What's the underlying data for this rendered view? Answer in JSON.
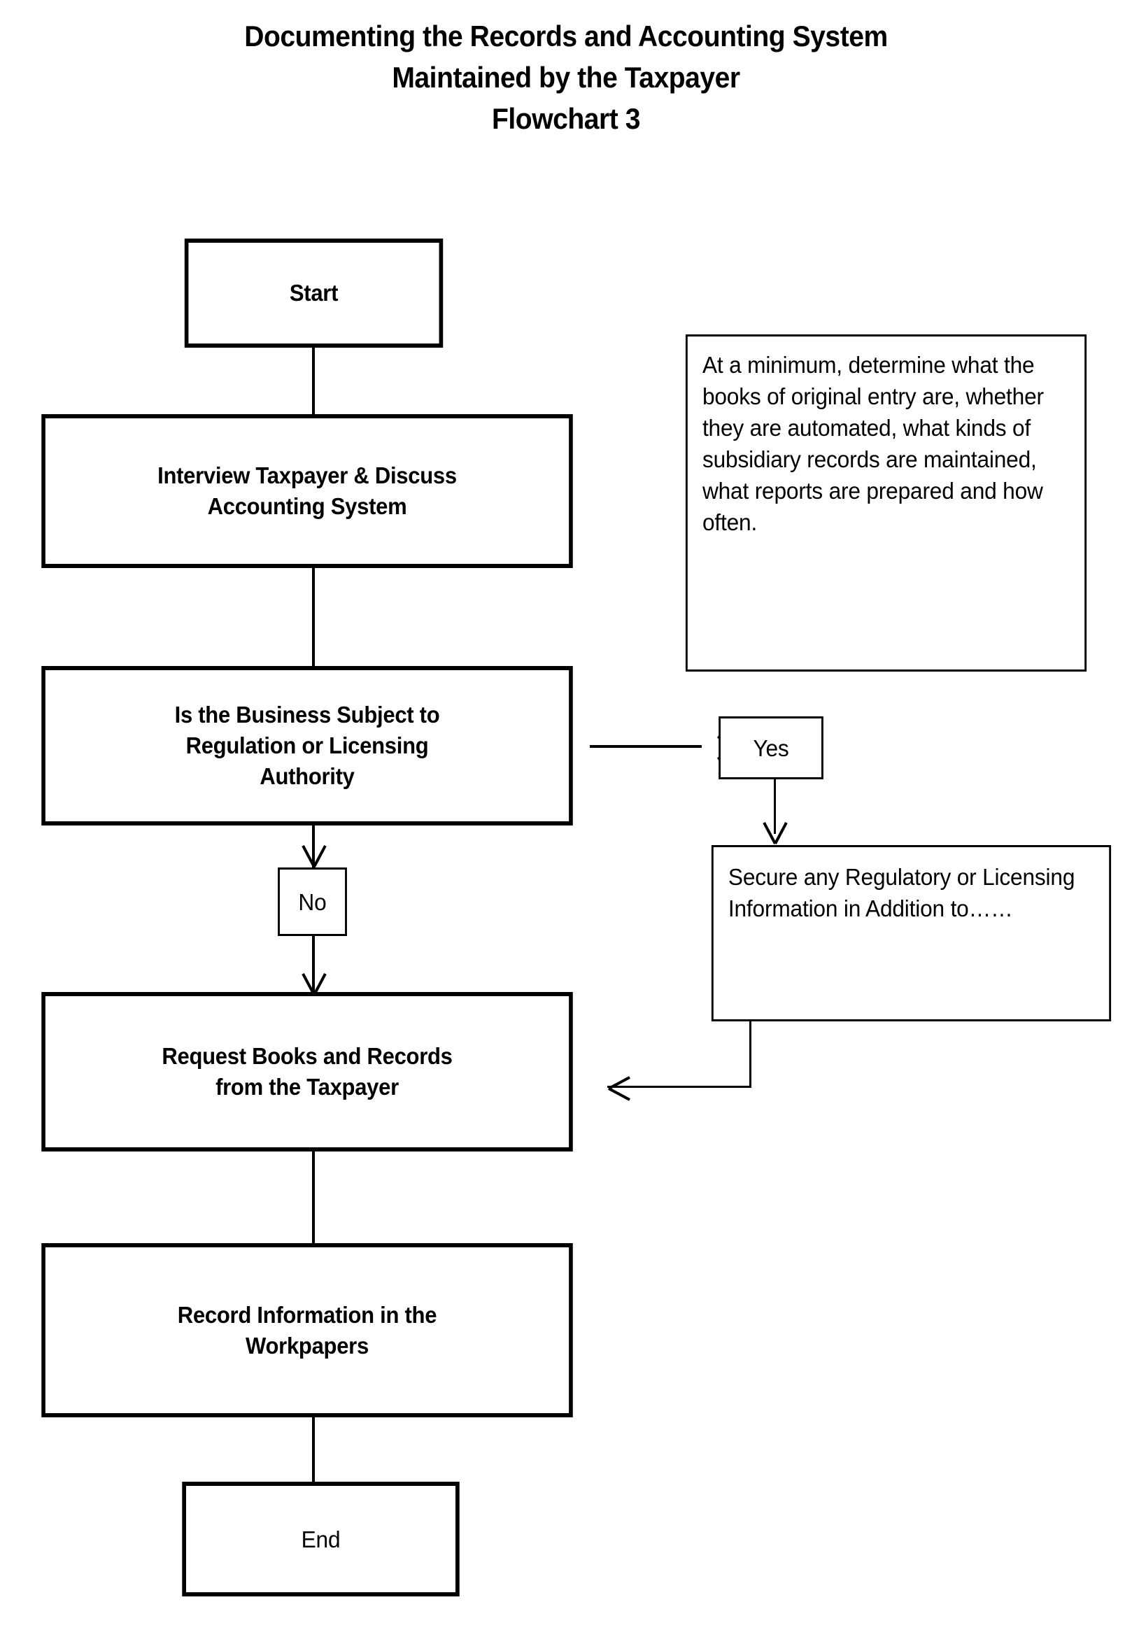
{
  "title": {
    "line1": "Documenting the Records and Accounting System",
    "line2": "Maintained by the Taxpayer",
    "line3": "Flowchart 3"
  },
  "colors": {
    "stroke": "#000000",
    "background": "#ffffff",
    "text": "#000000"
  },
  "nodes": {
    "start": {
      "label": "Start"
    },
    "interview": {
      "label": "Interview Taxpayer & Discuss\nAccounting System"
    },
    "decision": {
      "label": "Is the Business Subject to\nRegulation or Licensing\nAuthority"
    },
    "note": {
      "label": "At a minimum, determine what the books of original entry are, whether they are automated, what kinds of subsidiary records are maintained, what reports are prepared and how often."
    },
    "yes_label": {
      "label": "Yes"
    },
    "no_label": {
      "label": "No"
    },
    "secure": {
      "label": "Secure any Regulatory or Licensing Information in Addition to……"
    },
    "request": {
      "label": "Request Books and Records\nfrom the Taxpayer"
    },
    "record": {
      "label": "Record Information in the\nWorkpapers"
    },
    "end": {
      "label": "End"
    }
  },
  "chart_data": {
    "type": "diagram",
    "subtype": "flowchart",
    "title": "Documenting the Records and Accounting System Maintained by the Taxpayer - Flowchart 3",
    "nodes": [
      {
        "id": "start",
        "text": "Start",
        "shape": "rectangle",
        "style": "thick-border-bold"
      },
      {
        "id": "interview",
        "text": "Interview Taxpayer & Discuss Accounting System",
        "shape": "rectangle",
        "style": "thick-border-bold"
      },
      {
        "id": "decision",
        "text": "Is the Business Subject to Regulation or Licensing Authority",
        "shape": "rectangle",
        "style": "thick-border-bold"
      },
      {
        "id": "note",
        "text": "At a minimum, determine what the books of original entry are, whether they are automated, what kinds of subsidiary records are maintained, what reports are prepared and how often.",
        "shape": "rectangle",
        "style": "thin-border-regular"
      },
      {
        "id": "yes_label",
        "text": "Yes",
        "shape": "rectangle",
        "style": "thin-border-regular"
      },
      {
        "id": "no_label",
        "text": "No",
        "shape": "rectangle",
        "style": "thin-border-regular"
      },
      {
        "id": "secure",
        "text": "Secure any Regulatory or Licensing Information in Addition to……",
        "shape": "rectangle",
        "style": "thin-border-regular"
      },
      {
        "id": "request",
        "text": "Request Books and Records from the Taxpayer",
        "shape": "rectangle",
        "style": "thick-border-bold"
      },
      {
        "id": "record",
        "text": "Record Information in the Workpapers",
        "shape": "rectangle",
        "style": "thick-border-bold"
      },
      {
        "id": "end",
        "text": "End",
        "shape": "rectangle",
        "style": "thick-border-regular"
      }
    ],
    "edges": [
      {
        "from": "start",
        "to": "interview",
        "label": "",
        "arrow": false
      },
      {
        "from": "interview",
        "to": "decision",
        "label": "",
        "arrow": false
      },
      {
        "from": "decision",
        "to": "yes_label",
        "label": "Yes",
        "arrow": true,
        "direction": "right"
      },
      {
        "from": "yes_label",
        "to": "secure",
        "label": "",
        "arrow": true,
        "direction": "down"
      },
      {
        "from": "decision",
        "to": "no_label",
        "label": "No",
        "arrow": true,
        "direction": "down"
      },
      {
        "from": "no_label",
        "to": "request",
        "label": "",
        "arrow": true,
        "direction": "down"
      },
      {
        "from": "secure",
        "to": "request",
        "label": "",
        "arrow": true,
        "direction": "left"
      },
      {
        "from": "request",
        "to": "record",
        "label": "",
        "arrow": false
      },
      {
        "from": "record",
        "to": "end",
        "label": "",
        "arrow": false
      }
    ]
  }
}
